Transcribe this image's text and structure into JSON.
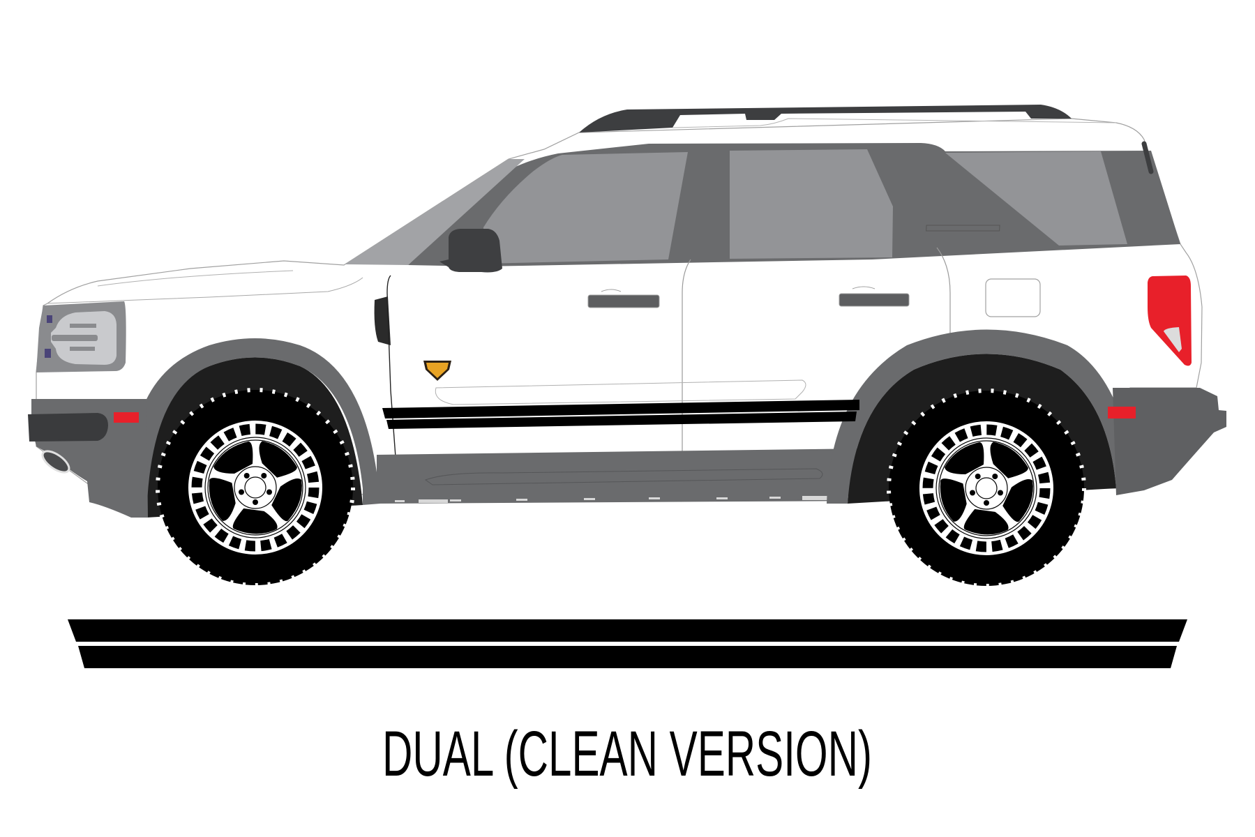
{
  "illustration": {
    "subject": "Compact SUV side profile with dual rocker stripe decal",
    "vehicle": {
      "body_color": "#ffffff",
      "glass_color": "#929396",
      "trim_color": "#6a6b6d",
      "cladding_color": "#636466",
      "wheel_well_color": "#1e1e1e",
      "tire_color": "#000000",
      "taillight_color": "#e8202a",
      "badge_color": "#e8a324",
      "side_stripe_color": "#000000",
      "side_stripe_count": 2
    },
    "decal_preview": {
      "stripe_count": 2,
      "stripe_color": "#000000"
    }
  },
  "caption": {
    "text": "DUAL (CLEAN VERSION)"
  }
}
